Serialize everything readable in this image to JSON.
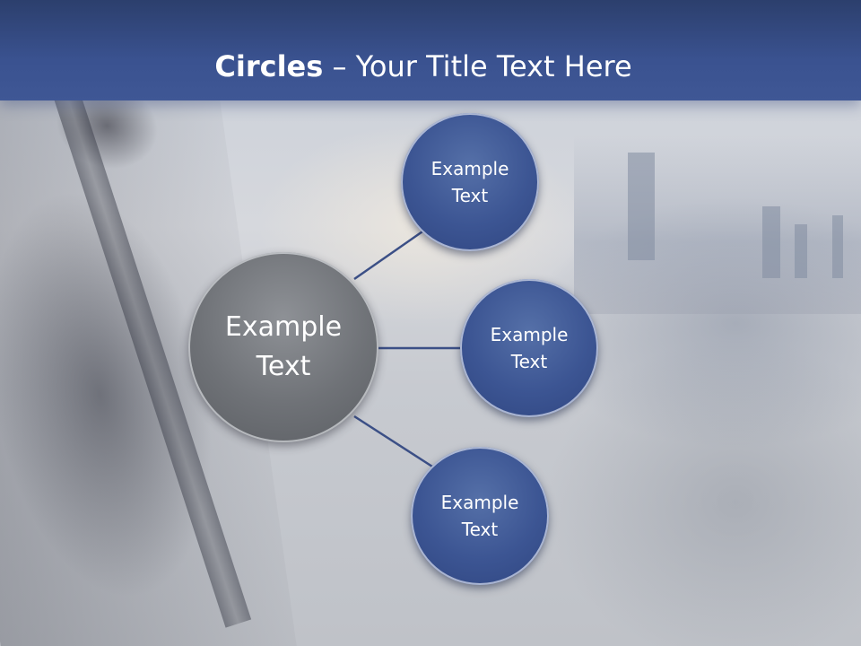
{
  "slide": {
    "title_bold": "Circles",
    "title_rest": " – Your Title Text Here"
  },
  "diagram": {
    "hub": {
      "label": "Example\nText"
    },
    "satellites": [
      {
        "label": "Example\nText"
      },
      {
        "label": "Example\nText"
      },
      {
        "label": "Example\nText"
      }
    ]
  },
  "colors": {
    "title_bar": "#3a5290",
    "hub_fill": "#6f7277",
    "satellite_fill": "#3c5593",
    "connector": "#3b4f86",
    "text": "#ffffff"
  }
}
